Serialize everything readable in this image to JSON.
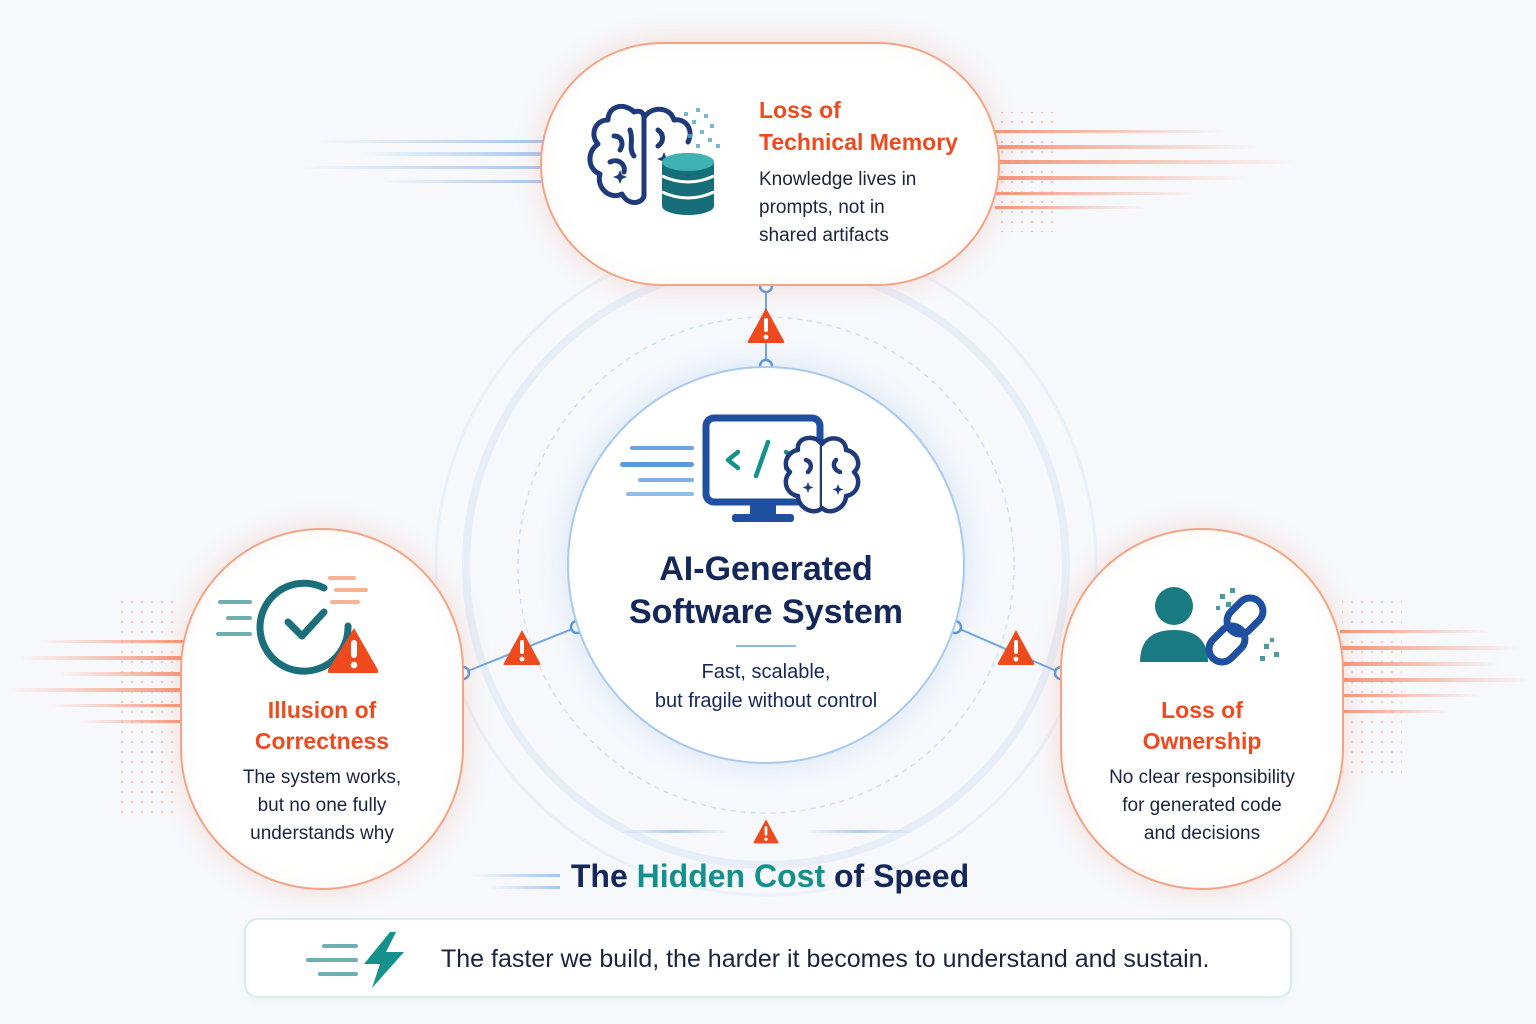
{
  "colors": {
    "accent_red": "#ee4a1e",
    "navy": "#14275a",
    "teal": "#14918c",
    "blue": "#4a8fd8"
  },
  "center": {
    "title_line1": "AI-Generated",
    "title_line2": "Software System",
    "subtitle_line1": "Fast, scalable,",
    "subtitle_line2": "but fragile without control",
    "icon": "code-monitor-brain-icon"
  },
  "top_card": {
    "title_line1": "Loss of",
    "title_line2": "Technical Memory",
    "desc_line1": "Knowledge lives in",
    "desc_line2": "prompts, not in",
    "desc_line3": "shared artifacts",
    "icon": "brain-database-icon"
  },
  "left_card": {
    "title_line1": "Illusion of",
    "title_line2": "Correctness",
    "desc_line1": "The system works,",
    "desc_line2": "but no one fully",
    "desc_line3": "understands why",
    "icon": "check-warning-icon"
  },
  "right_card": {
    "title_line1": "Loss of",
    "title_line2": "Ownership",
    "desc_line1": "No clear responsibility",
    "desc_line2": "for generated code",
    "desc_line3": "and decisions",
    "icon": "user-broken-link-icon"
  },
  "headline": {
    "part1": "The ",
    "part2": "Hidden Cost",
    "part3": " of Speed"
  },
  "banner": {
    "text": "The faster we build, the harder it becomes to understand and sustain.",
    "icon": "lightning-icon"
  }
}
